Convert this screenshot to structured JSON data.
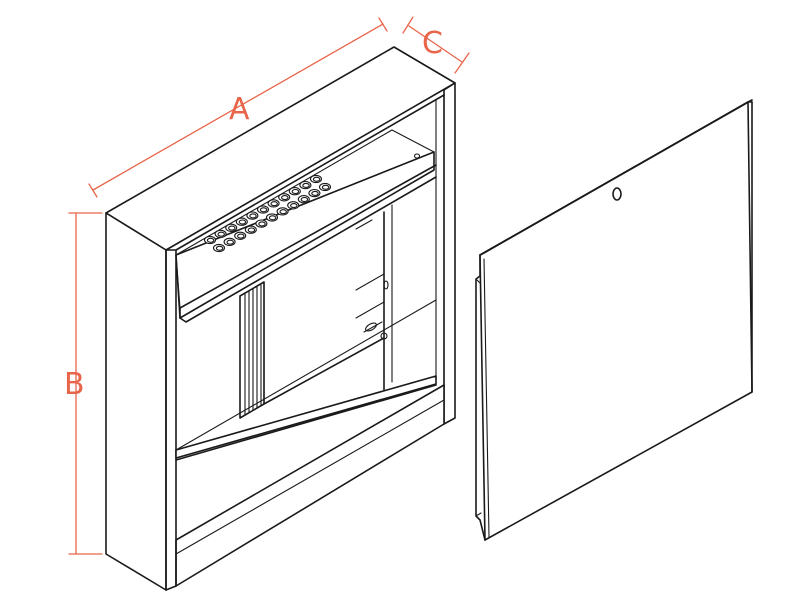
{
  "labels": {
    "a": "A",
    "b": "B",
    "c": "C"
  },
  "colors": {
    "dimension": "#e8654a",
    "line": "#1a1a1a",
    "background": "#ffffff"
  },
  "holes": {
    "rows": 2,
    "per_row": 11
  }
}
